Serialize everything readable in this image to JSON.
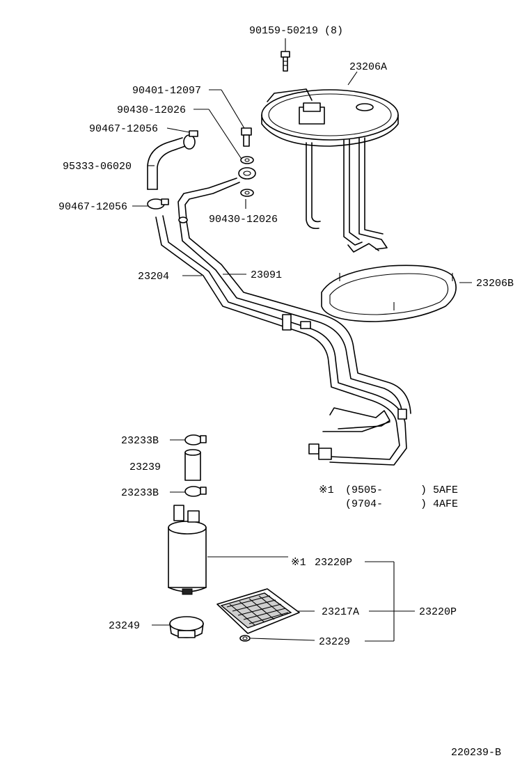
{
  "diagram_id": "220239-B",
  "labels": {
    "bolt_top": "90159-50219 (8)",
    "pump_plate": "23206A",
    "union_bolt": "90401-12097",
    "gasket_upper": "90430-12026",
    "clamp_upper": "90467-12056",
    "hose": "95333-06020",
    "clamp_lower": "90467-12056",
    "gasket_lower": "90430-12026",
    "tube_a": "23204",
    "tube_b": "23091",
    "pump_gasket": "23206B",
    "clamp_b1": "23233B",
    "cushion": "23239",
    "clamp_b2": "23233B",
    "pump": "23220P",
    "pump_note_mark": "※1",
    "filter": "23217A",
    "pump_set": "23220P",
    "retainer": "23249",
    "clip": "23229"
  },
  "notes": {
    "line1_mark": "※1",
    "line1_code": "(9505-",
    "line1_engine": ") 5AFE",
    "line2_code": "(9704-",
    "line2_engine": ") 4AFE"
  }
}
